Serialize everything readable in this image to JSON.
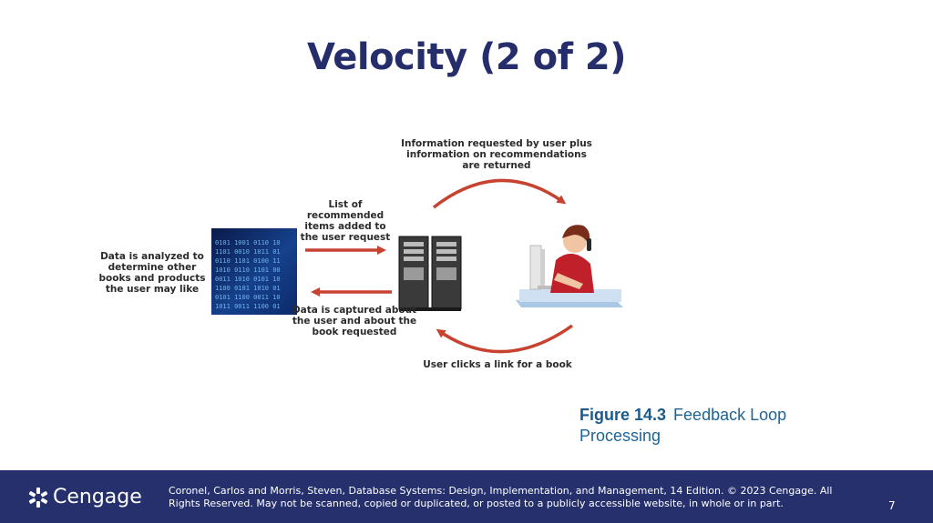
{
  "slide": {
    "title": "Velocity (2 of 2)"
  },
  "diagram": {
    "label_analyzed": "Data is analyzed to determine other books and products the user may like",
    "label_recommended": "List of recommended items added to the user request",
    "label_returned": "Information requested by user plus information on recommendations are returned",
    "label_captured": "Data is captured about the user and about the book requested",
    "label_clicks": "User clicks a link for a book",
    "colors": {
      "arrow": "#c7422f",
      "data_panel": "#16418c",
      "server": "#2a2a2a",
      "desk": "#a9c8e6",
      "user_shirt": "#c0202a"
    },
    "icons": [
      "binary-data-icon",
      "server-icon",
      "user-at-computer-icon"
    ]
  },
  "caption": {
    "figure_number": "Figure 14.3",
    "figure_title": "Feedback Loop Processing"
  },
  "footer": {
    "brand": "Cengage",
    "copyright": "Coronel, Carlos and Morris, Steven, Database Systems: Design, Implementation, and Management, 14 Edition. © 2023 Cengage. All Rights Reserved. May not be scanned, copied or duplicated, or posted to a publicly accessible website, in whole or in part.",
    "page_number": "7",
    "background": "#25306d"
  }
}
